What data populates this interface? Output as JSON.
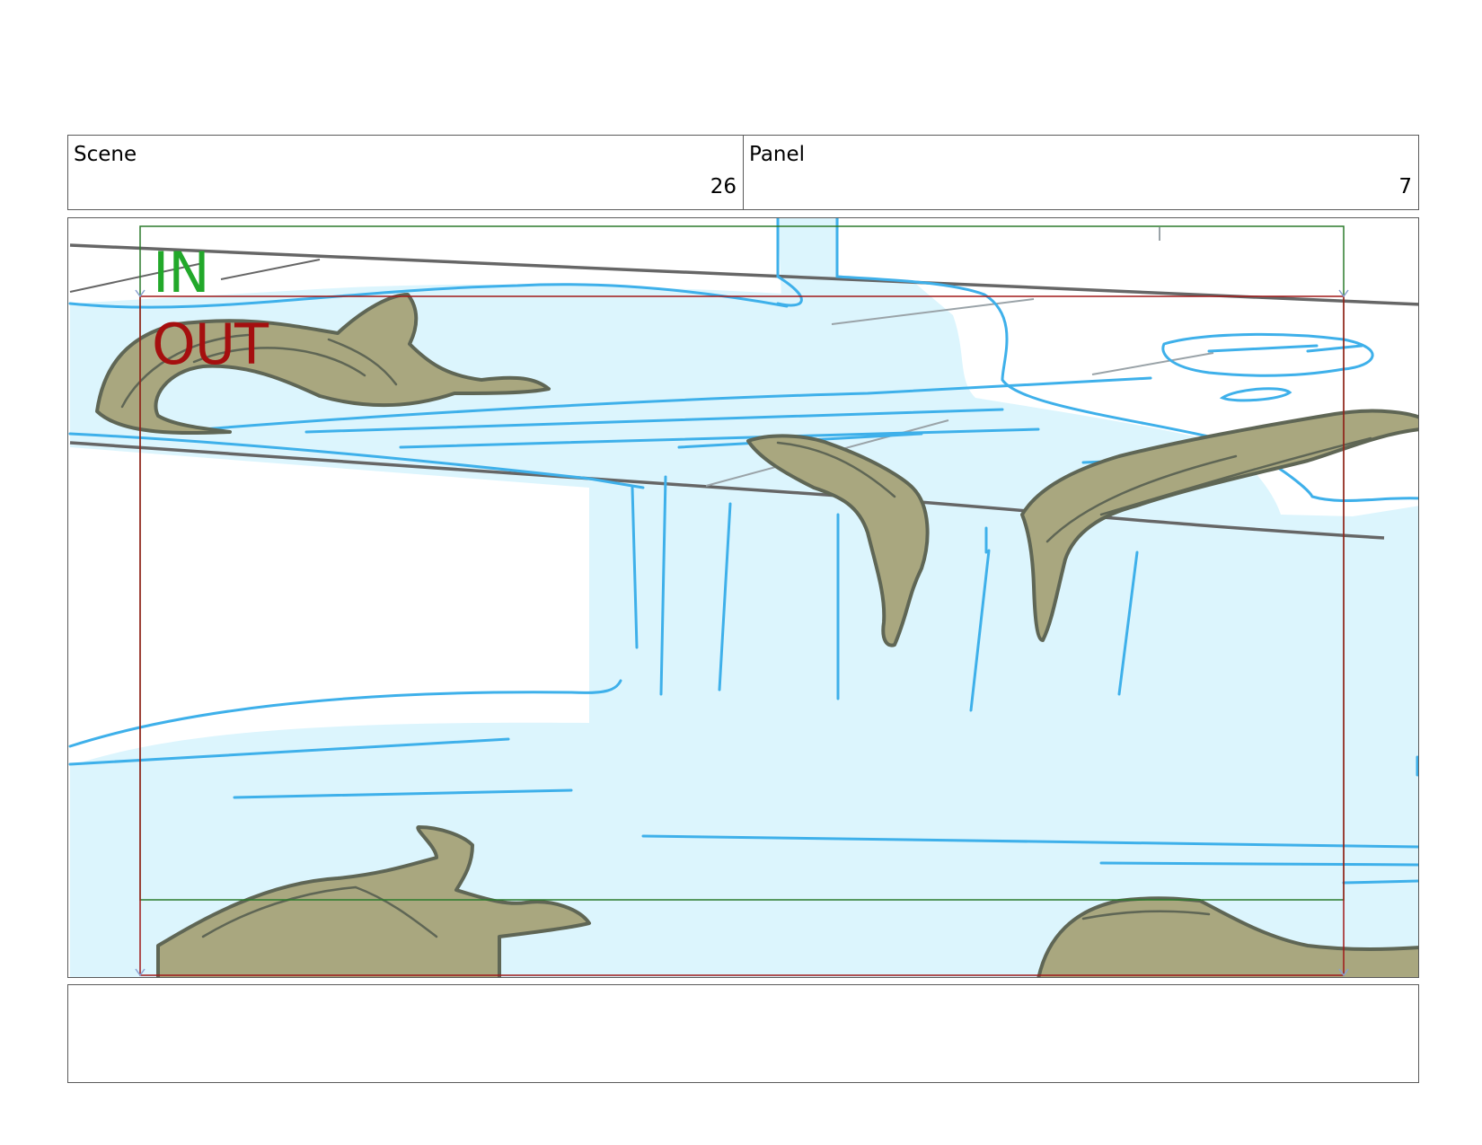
{
  "scene": {
    "label": "Scene",
    "value": "26"
  },
  "panel": {
    "label": "Panel",
    "value": "7"
  },
  "frames": {
    "in": {
      "label": "IN",
      "color": "#22a82a"
    },
    "out": {
      "label": "OUT",
      "color": "#a50f0f"
    }
  },
  "colors": {
    "water_fill": "#dcf5fd",
    "water_line": "#3eb0ea",
    "rock_fill": "#a9a77f",
    "rock_line": "#5f6655",
    "ledge_line": "#666666",
    "in_frame": "#2b7a2b",
    "out_frame": "#a01818"
  },
  "notes": {
    "text": ""
  }
}
